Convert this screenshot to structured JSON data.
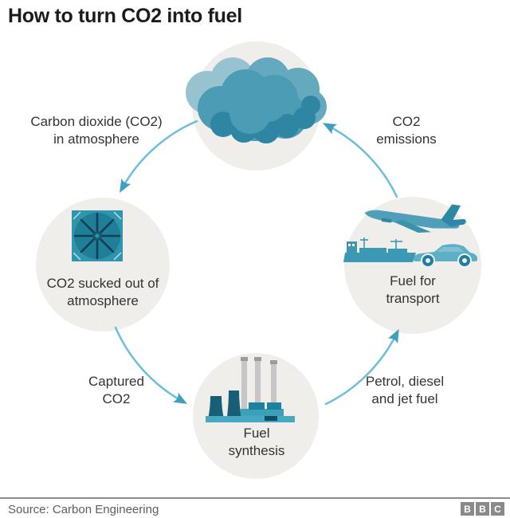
{
  "title": "How to turn CO2 into fuel",
  "diagram": {
    "nodes": {
      "atmosphere": {
        "icon": "cloud-icon",
        "label": ""
      },
      "capture": {
        "icon": "fan-icon",
        "label": "CO2 sucked out of\natmosphere"
      },
      "synthesis": {
        "icon": "factory-icon",
        "label": "Fuel\nsynthesis"
      },
      "transport": {
        "icon": "transport-icons",
        "label": "Fuel for\ntransport"
      }
    },
    "flows": {
      "atmosphere_to_capture": "Carbon dioxide (CO2)\nin atmosphere",
      "capture_to_synthesis": "Captured\nCO2",
      "synthesis_to_transport": "Petrol, diesel\nand jet fuel",
      "transport_to_atmosphere": "CO2\nemissions"
    },
    "colors": {
      "node_background": "#f0eeeb",
      "arrow_line": "#6cbeda",
      "arrow_head": "#3f9fc0",
      "icon_teal": "#4b9cb4",
      "icon_dark_teal": "#1f7e98",
      "label_text": "#333333"
    }
  },
  "footer": {
    "source": "Source: Carbon Engineering",
    "logo_letters": [
      "B",
      "B",
      "C"
    ]
  }
}
